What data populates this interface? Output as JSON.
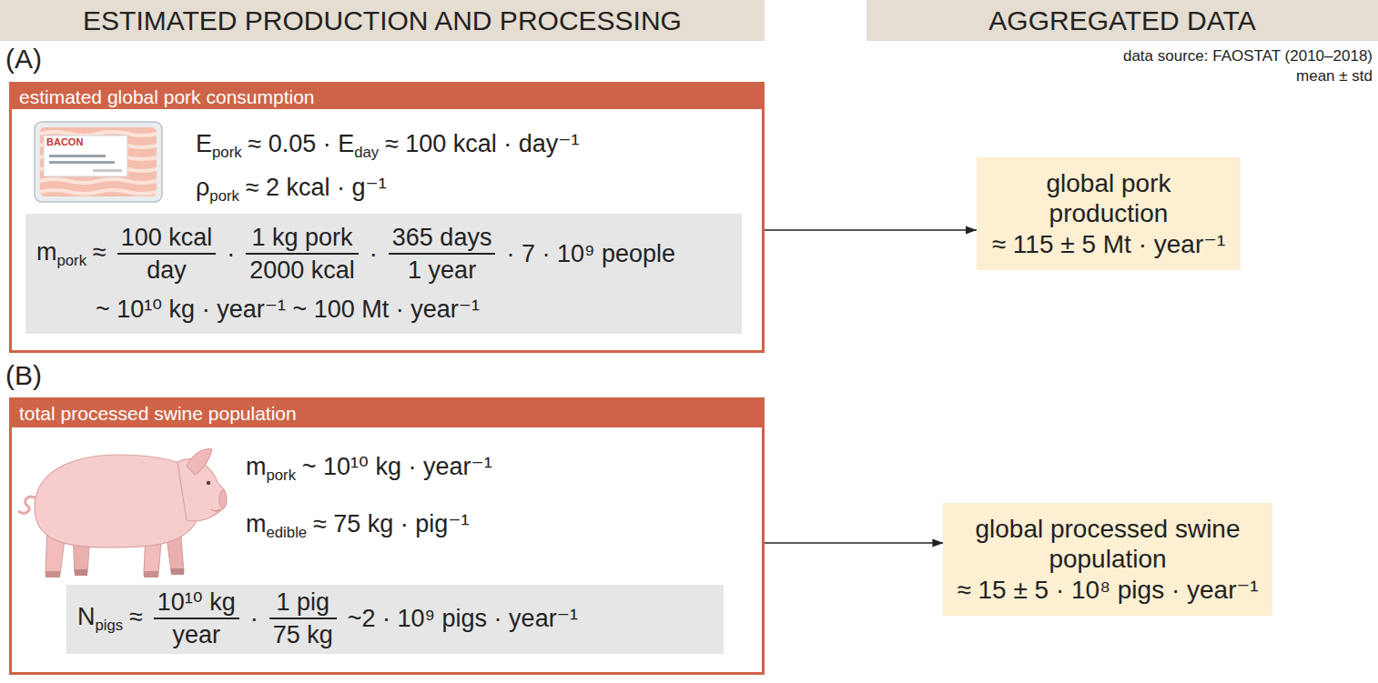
{
  "diagram": {
    "nodes": [
      {
        "text": [
          "ESTIMATED PRODUCTION AND PROCESSING"
        ]
      },
      {
        "text": [
          "AGGREGATED DATA"
        ]
      },
      {
        "text": [
          "estimated global pork consumption",
          "E",
          "pork",
          "≈ 0.05 · E",
          "day",
          "≈ 100 kcal · day⁻¹",
          "ρ",
          "pork",
          "≈ 2 kcal · g⁻¹"
        ]
      },
      {
        "text": [
          "m",
          "pork",
          "≈",
          "100 kcal",
          "day",
          "·",
          "1 kg pork",
          "2000 kcal",
          "·",
          "365 days",
          "1 year",
          "· 7 · 10⁹ people",
          "~ 10¹⁰ kg · year⁻¹ ~ 100 Mt · year⁻¹"
        ],
        "in": 2
      },
      {
        "text": [
          "global pork production",
          "≈ 115 ± 5 Mt · year⁻¹"
        ]
      },
      {
        "text": [
          "total processed swine population",
          "m",
          "pork",
          "~ 10¹⁰ kg · year⁻¹",
          "m",
          "edible",
          "≈ 75 kg · pig⁻¹"
        ]
      },
      {
        "text": [
          "N",
          "pigs",
          "≈",
          "10¹⁰ kg",
          "year",
          "·",
          "1 pig",
          "75 kg",
          "~2 · 10⁹ pigs · year⁻¹"
        ],
        "in": 5
      },
      {
        "text": [
          "global processed swine population",
          "≈ 15 ± 5 · 10⁸ pigs · year⁻¹"
        ]
      }
    ],
    "edges": [
      {
        "from": 2,
        "to": 4,
        "arrow": "to"
      },
      {
        "from": 5,
        "to": 7,
        "arrow": "to"
      }
    ],
    "labels": [
      "(A)",
      "(B)",
      "data source: FAOSTAT (2010–2018)",
      "mean ± std",
      "BACON"
    ]
  }
}
